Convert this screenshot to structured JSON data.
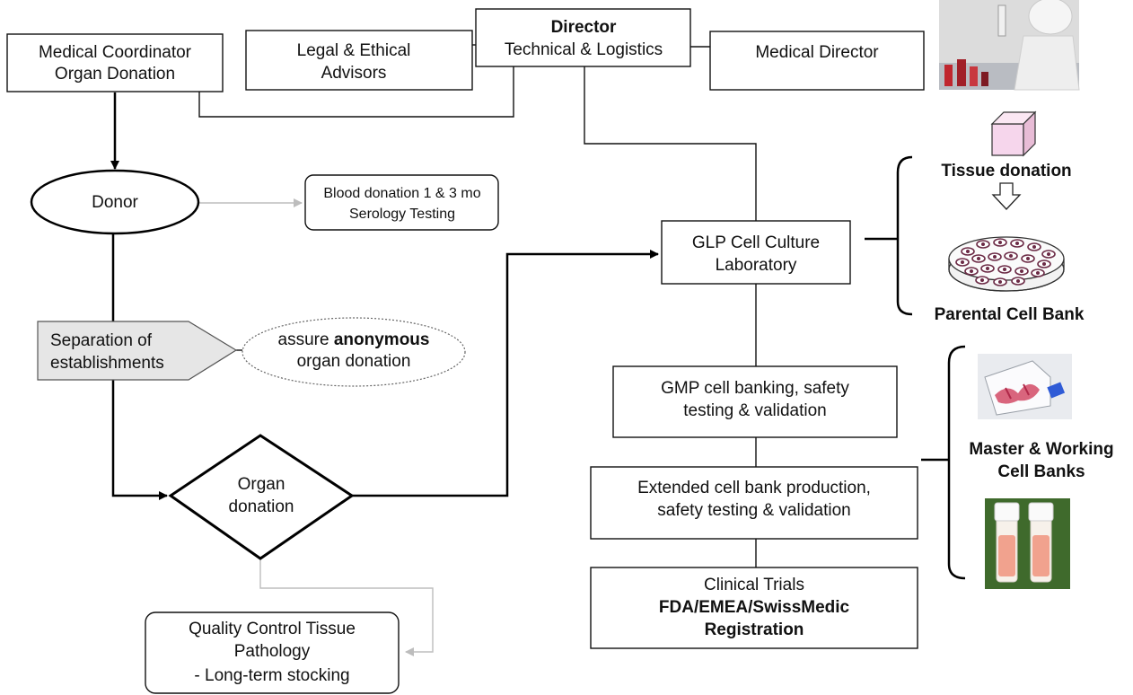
{
  "nodes": {
    "medical_coordinator": {
      "line1": "Medical Coordinator",
      "line2": "Organ Donation"
    },
    "legal_ethical": {
      "line1": "Legal & Ethical",
      "line2": "Advisors"
    },
    "director": {
      "line1": "Director",
      "line2": "Technical & Logistics"
    },
    "medical_director": {
      "line1": "Medical Director"
    },
    "donor": {
      "line1": "Donor"
    },
    "blood_donation": {
      "line1": "Blood donation 1 & 3 mo",
      "line2": "Serology Testing"
    },
    "separation": {
      "line1": "Separation of",
      "line2": "establishments"
    },
    "anonymous": {
      "line1_prefix": "assure ",
      "line1_bold": "anonymous",
      "line2": "organ donation"
    },
    "organ_donation": {
      "line1": "Organ",
      "line2": "donation"
    },
    "quality_control": {
      "line1": "Quality Control Tissue",
      "line2": "Pathology",
      "line3": "-  Long-term stocking"
    },
    "glp_lab": {
      "line1": "GLP Cell Culture",
      "line2": "Laboratory"
    },
    "gmp_banking": {
      "line1": "GMP cell banking, safety",
      "line2": "testing & validation"
    },
    "extended_bank": {
      "line1": "Extended cell bank production,",
      "line2": "safety testing & validation"
    },
    "clinical_trials": {
      "line1": "Clinical Trials",
      "line2": "FDA/EMEA/SwissMedic",
      "line3": "Registration"
    }
  },
  "side_labels": {
    "tissue_donation": "Tissue donation",
    "parental_cell_bank": "Parental Cell Bank",
    "master_working_line1": "Master & Working",
    "master_working_line2": "Cell Banks"
  },
  "colors": {
    "stroke": "#111111",
    "gray_connector": "#bdbdbd",
    "pentagon_fill": "#e6e6e6",
    "cube_fill": "#f6d6ec",
    "petri_cell": "#6b2a45",
    "flask_fluid": "#d24a66",
    "vial_fluid": "#f1a28e",
    "photo_bg": "#dcdcdc"
  },
  "icons": [
    "lab-photo",
    "tissue-cube-icon",
    "petri-dish-icon",
    "culture-flask-photo",
    "cryovials-photo"
  ]
}
